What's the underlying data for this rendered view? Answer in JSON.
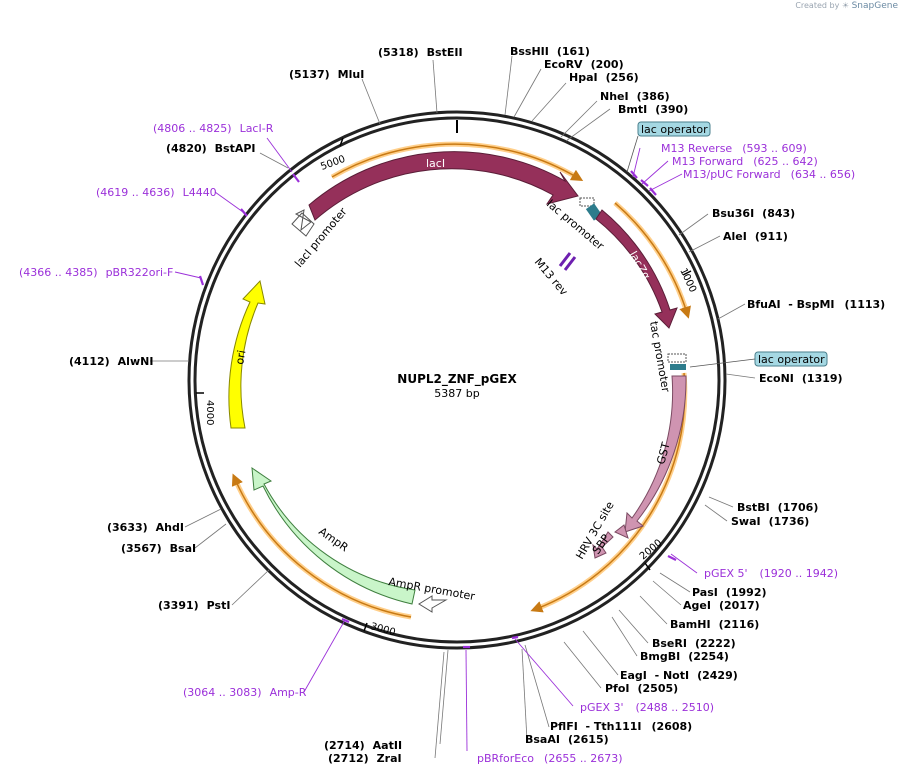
{
  "watermark": {
    "prefix": "Created by",
    "brand": "SnapGene"
  },
  "plasmid": {
    "name": "NUPL2_ZNF_pGEX",
    "length": "5387 bp",
    "length_bp": 5387
  },
  "ticks": [
    "1000",
    "2000",
    "3000",
    "4000",
    "5000"
  ],
  "sites": [
    {
      "name": "BstEII",
      "pos": "(5318)"
    },
    {
      "name": "MluI",
      "pos": "(5137)"
    },
    {
      "name": "BstAPI",
      "pos": "(4820)"
    },
    {
      "name": "AlwNI",
      "pos": "(4112)"
    },
    {
      "name": "AhdI",
      "pos": "(3633)"
    },
    {
      "name": "BsaI",
      "pos": "(3567)"
    },
    {
      "name": "PstI",
      "pos": "(3391)"
    },
    {
      "name": "AatII",
      "pos": "(2714)"
    },
    {
      "name": "ZraI",
      "pos": "(2712)"
    },
    {
      "name": "BssHII",
      "pos": "(161)"
    },
    {
      "name": "EcoRV",
      "pos": "(200)"
    },
    {
      "name": "HpaI",
      "pos": "(256)"
    },
    {
      "name": "NheI",
      "pos": "(386)"
    },
    {
      "name": "BmtI",
      "pos": "(390)"
    },
    {
      "name": "Bsu36I",
      "pos": "(843)"
    },
    {
      "name": "AleI",
      "pos": "(911)"
    },
    {
      "name": "BfuAI  - BspMI",
      "pos": "(1113)"
    },
    {
      "name": "EcoNI",
      "pos": "(1319)"
    },
    {
      "name": "BstBI",
      "pos": "(1706)"
    },
    {
      "name": "SwaI",
      "pos": "(1736)"
    },
    {
      "name": "PasI",
      "pos": "(1992)"
    },
    {
      "name": "AgeI",
      "pos": "(2017)"
    },
    {
      "name": "BamHI",
      "pos": "(2116)"
    },
    {
      "name": "BseRI",
      "pos": "(2222)"
    },
    {
      "name": "BmgBI",
      "pos": "(2254)"
    },
    {
      "name": "EagI  - NotI",
      "pos": "(2429)"
    },
    {
      "name": "PfoI",
      "pos": "(2505)"
    },
    {
      "name": "PflFI  - Tth111I",
      "pos": "(2608)"
    },
    {
      "name": "BsaAI",
      "pos": "(2615)"
    }
  ],
  "primers": [
    {
      "name": "LacI-R",
      "range": "(4806 .. 4825)"
    },
    {
      "name": "L4440",
      "range": "(4619 .. 4636)"
    },
    {
      "name": "pBR322ori-F",
      "range": "(4366 .. 4385)"
    },
    {
      "name": "M13 Reverse",
      "range": "(593 .. 609)"
    },
    {
      "name": "M13 Forward",
      "range": "(625 .. 642)"
    },
    {
      "name": "M13/pUC Forward",
      "range": "(634 .. 656)"
    },
    {
      "name": "pGEX 5'",
      "range": "(1920 .. 1942)"
    },
    {
      "name": "pGEX 3'",
      "range": "(2488 .. 2510)"
    },
    {
      "name": "pBRforEco",
      "range": "(2655 .. 2673)"
    },
    {
      "name": "Amp-R",
      "range": "(3064 .. 3083)"
    }
  ],
  "features": {
    "lacI": "lacI",
    "lacI_promoter": "lacI promoter",
    "lac_promoter": "lac promoter",
    "lacZa": "lacZα",
    "m13_rev": "M13 rev",
    "tac_promoter": "tac promoter",
    "gst": "GST",
    "hrv": "HRV 3C site",
    "sbp": "SBP",
    "ampr": "AmpR",
    "ampr_promoter": "AmpR promoter",
    "ori": "ori",
    "lac_operator_1": "lac operator",
    "lac_operator_2": "lac operator"
  },
  "colors": {
    "lacI": "#95305a",
    "lacZa": "#95305a",
    "gst": "#cf94b1",
    "ampr": "#c9f5c9",
    "ori": "#ffff00",
    "operator_box": "#a5d8e3",
    "primer": "#9b30d9",
    "orf": "#ffb84d"
  }
}
